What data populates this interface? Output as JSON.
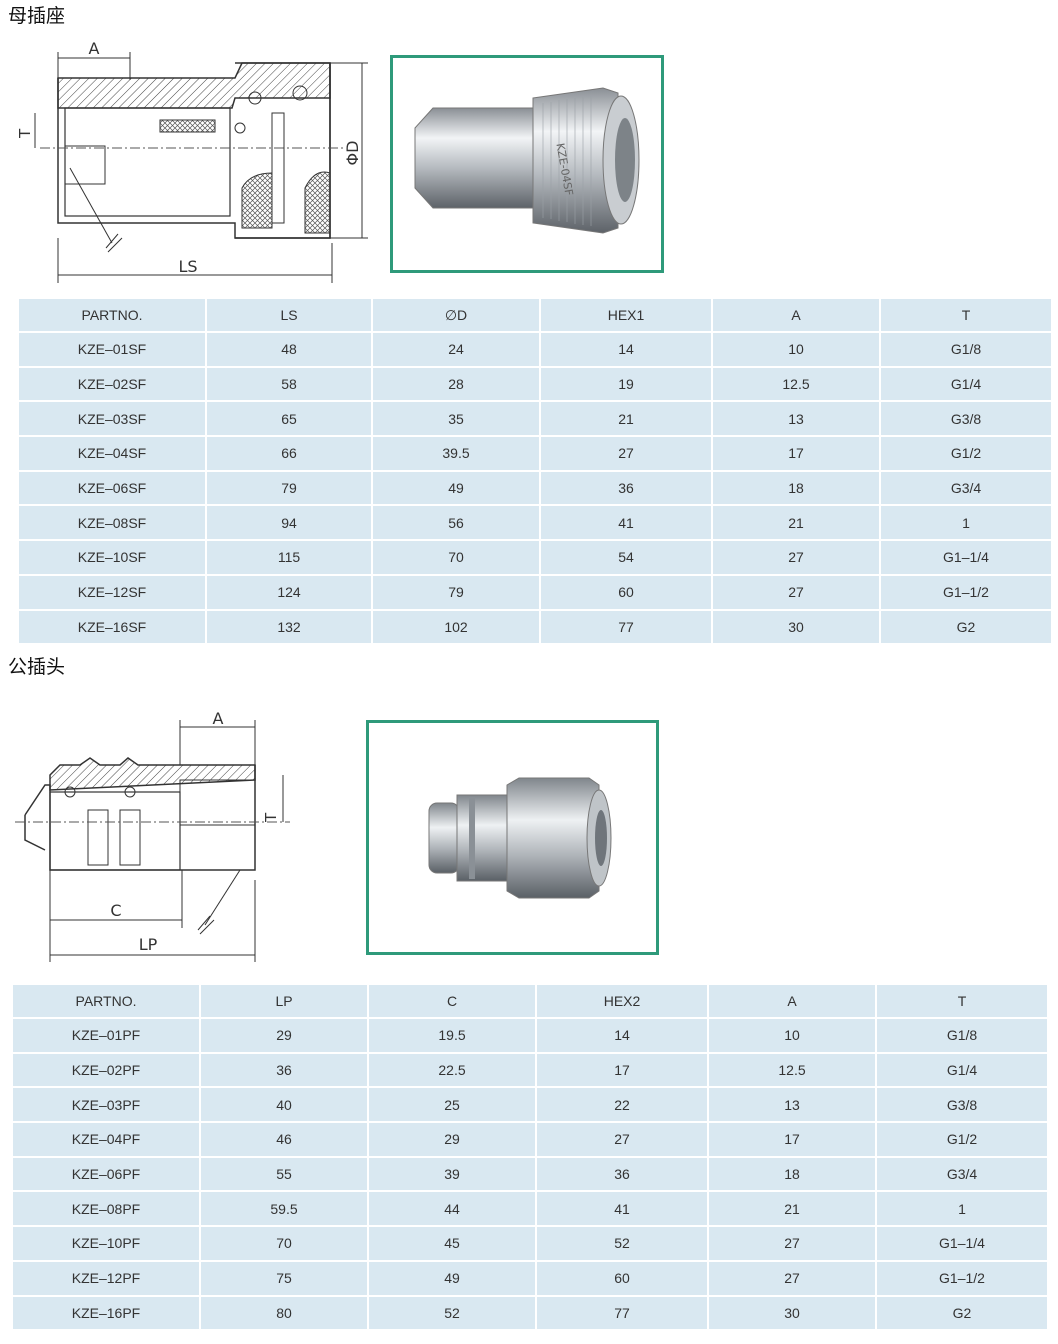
{
  "female": {
    "heading": "母插座",
    "drawing_labels": {
      "a": "A",
      "t": "T",
      "d": "ΦD",
      "ls": "LS"
    },
    "photo_text": "KZE-04SF",
    "columns": [
      "PARTNO.",
      "LS",
      "∅D",
      "HEX1",
      "A",
      "T"
    ],
    "rows": [
      [
        "KZE–01SF",
        "48",
        "24",
        "14",
        "10",
        "G1/8"
      ],
      [
        "KZE–02SF",
        "58",
        "28",
        "19",
        "12.5",
        "G1/4"
      ],
      [
        "KZE–03SF",
        "65",
        "35",
        "21",
        "13",
        "G3/8"
      ],
      [
        "KZE–04SF",
        "66",
        "39.5",
        "27",
        "17",
        "G1/2"
      ],
      [
        "KZE–06SF",
        "79",
        "49",
        "36",
        "18",
        "G3/4"
      ],
      [
        "KZE–08SF",
        "94",
        "56",
        "41",
        "21",
        "1"
      ],
      [
        "KZE–10SF",
        "115",
        "70",
        "54",
        "27",
        "G1–1/4"
      ],
      [
        "KZE–12SF",
        "124",
        "79",
        "60",
        "27",
        "G1–1/2"
      ],
      [
        "KZE–16SF",
        "132",
        "102",
        "77",
        "30",
        "G2"
      ]
    ]
  },
  "male": {
    "heading": "公插头",
    "drawing_labels": {
      "a": "A",
      "t": "T",
      "c": "C",
      "lp": "LP"
    },
    "columns": [
      "PARTNO.",
      "LP",
      "C",
      "HEX2",
      "A",
      "T"
    ],
    "rows": [
      [
        "KZE–01PF",
        "29",
        "19.5",
        "14",
        "10",
        "G1/8"
      ],
      [
        "KZE–02PF",
        "36",
        "22.5",
        "17",
        "12.5",
        "G1/4"
      ],
      [
        "KZE–03PF",
        "40",
        "25",
        "22",
        "13",
        "G3/8"
      ],
      [
        "KZE–04PF",
        "46",
        "29",
        "27",
        "17",
        "G1/2"
      ],
      [
        "KZE–06PF",
        "55",
        "39",
        "36",
        "18",
        "G3/4"
      ],
      [
        "KZE–08PF",
        "59.5",
        "44",
        "41",
        "21",
        "1"
      ],
      [
        "KZE–10PF",
        "70",
        "45",
        "52",
        "27",
        "G1–1/4"
      ],
      [
        "KZE–12PF",
        "75",
        "49",
        "60",
        "27",
        "G1–1/2"
      ],
      [
        "KZE–16PF",
        "80",
        "52",
        "77",
        "30",
        "G2"
      ]
    ]
  }
}
